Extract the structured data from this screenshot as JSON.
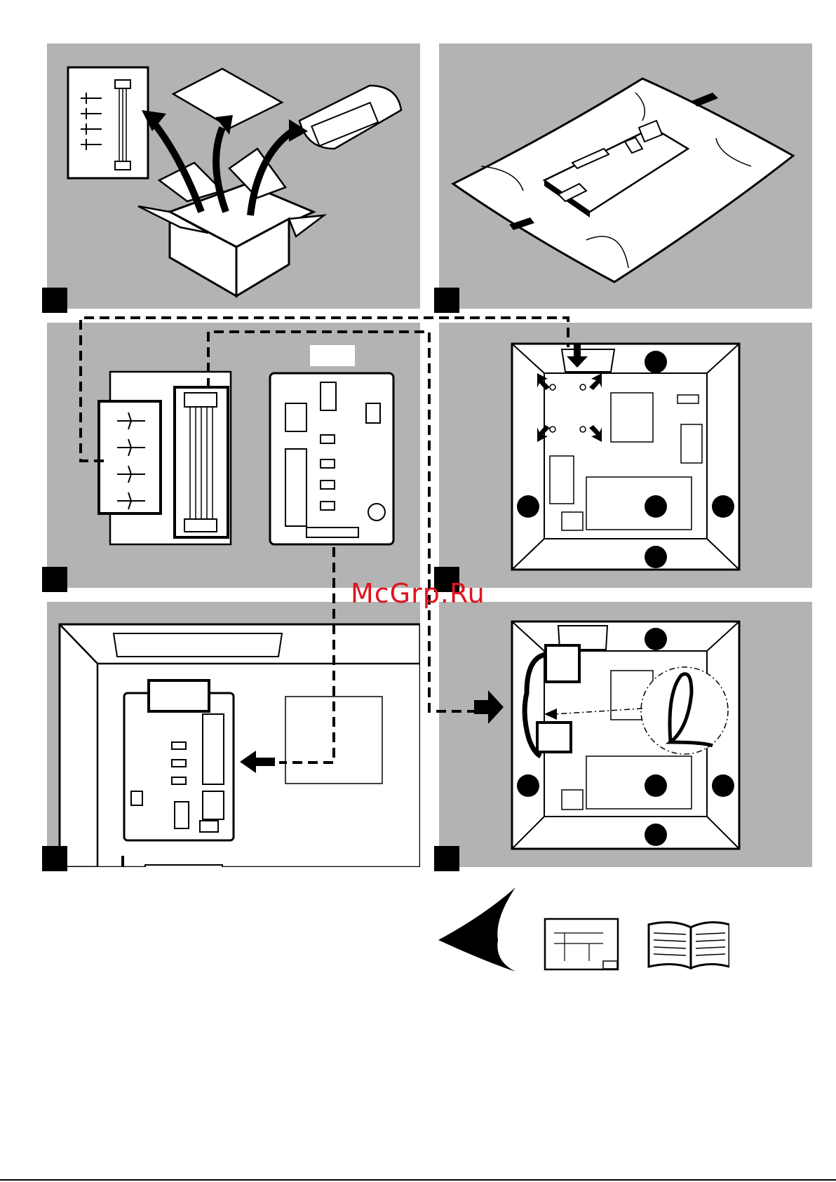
{
  "watermark": {
    "text": "McGrp.Ru",
    "color": "#e0141e"
  },
  "colors": {
    "panel_bg": "#b3b3b3",
    "line": "#000000",
    "paper": "#ffffff"
  },
  "panels": [
    {
      "id": "unpack",
      "icon": "open-box-icon"
    },
    {
      "id": "antistatic-bag",
      "icon": "pcb-in-bag-icon"
    },
    {
      "id": "kit-contents",
      "icon": "spacers-cable-pcb-icon"
    },
    {
      "id": "mount-spacers",
      "icon": "unit-back-arrows-icon"
    },
    {
      "id": "install-pcb",
      "icon": "pcb-install-icon"
    },
    {
      "id": "route-cable",
      "icon": "cable-routing-icon"
    }
  ],
  "legend": [
    {
      "name": "eye-icon"
    },
    {
      "name": "wiring-diagram-icon"
    },
    {
      "name": "manual-book-icon"
    }
  ]
}
